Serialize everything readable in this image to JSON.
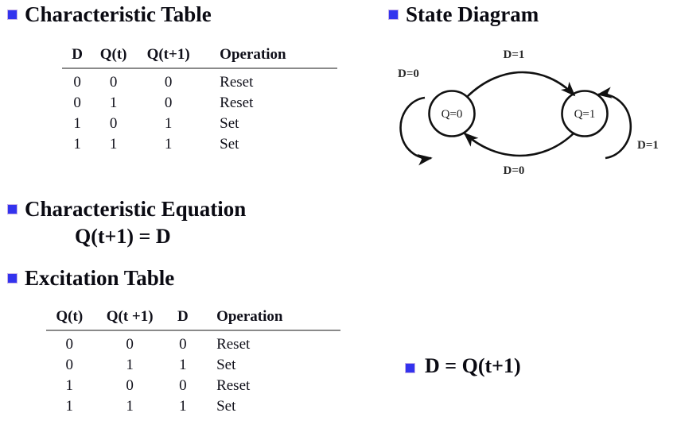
{
  "slide": {
    "bullets": [
      {
        "label": "Characteristic Table"
      },
      {
        "label": "State Diagram"
      },
      {
        "label": "Characteristic Equation"
      },
      {
        "label": "Excitation Table"
      },
      {
        "label": "D = Q(t+1)"
      }
    ],
    "characteristic_equation": "Q(t+1) = D",
    "excitation_equation": "D = Q(t+1)",
    "bullet_color": "#3333ee"
  },
  "characteristic_table": {
    "title": "Characteristic Table",
    "headers": [
      "D",
      "Q(t)",
      "Q(t+1)",
      "Operation"
    ],
    "rows": [
      [
        "0",
        "0",
        "0",
        "Reset"
      ],
      [
        "0",
        "1",
        "0",
        "Reset"
      ],
      [
        "1",
        "0",
        "1",
        "Set"
      ],
      [
        "1",
        "1",
        "1",
        "Set"
      ]
    ]
  },
  "excitation_table": {
    "title": "Excitation Table",
    "headers": [
      "Q(t)",
      "Q(t +1)",
      "D",
      "Operation"
    ],
    "rows": [
      [
        "0",
        "0",
        "0",
        "Reset"
      ],
      [
        "0",
        "1",
        "1",
        "Set"
      ],
      [
        "1",
        "0",
        "0",
        "Reset"
      ],
      [
        "1",
        "1",
        "1",
        "Set"
      ]
    ]
  },
  "state_diagram": {
    "title": "State Diagram",
    "states": [
      {
        "id": "s0",
        "label": "Q=0"
      },
      {
        "id": "s1",
        "label": "Q=1"
      }
    ],
    "transitions": [
      {
        "from": "s0",
        "to": "s0",
        "label": "D=0",
        "label_position": "left"
      },
      {
        "from": "s0",
        "to": "s1",
        "label": "D=1",
        "label_position": "top"
      },
      {
        "from": "s1",
        "to": "s0",
        "label": "D=0",
        "label_position": "bottom"
      },
      {
        "from": "s1",
        "to": "s1",
        "label": "D=1",
        "label_position": "right"
      }
    ]
  }
}
